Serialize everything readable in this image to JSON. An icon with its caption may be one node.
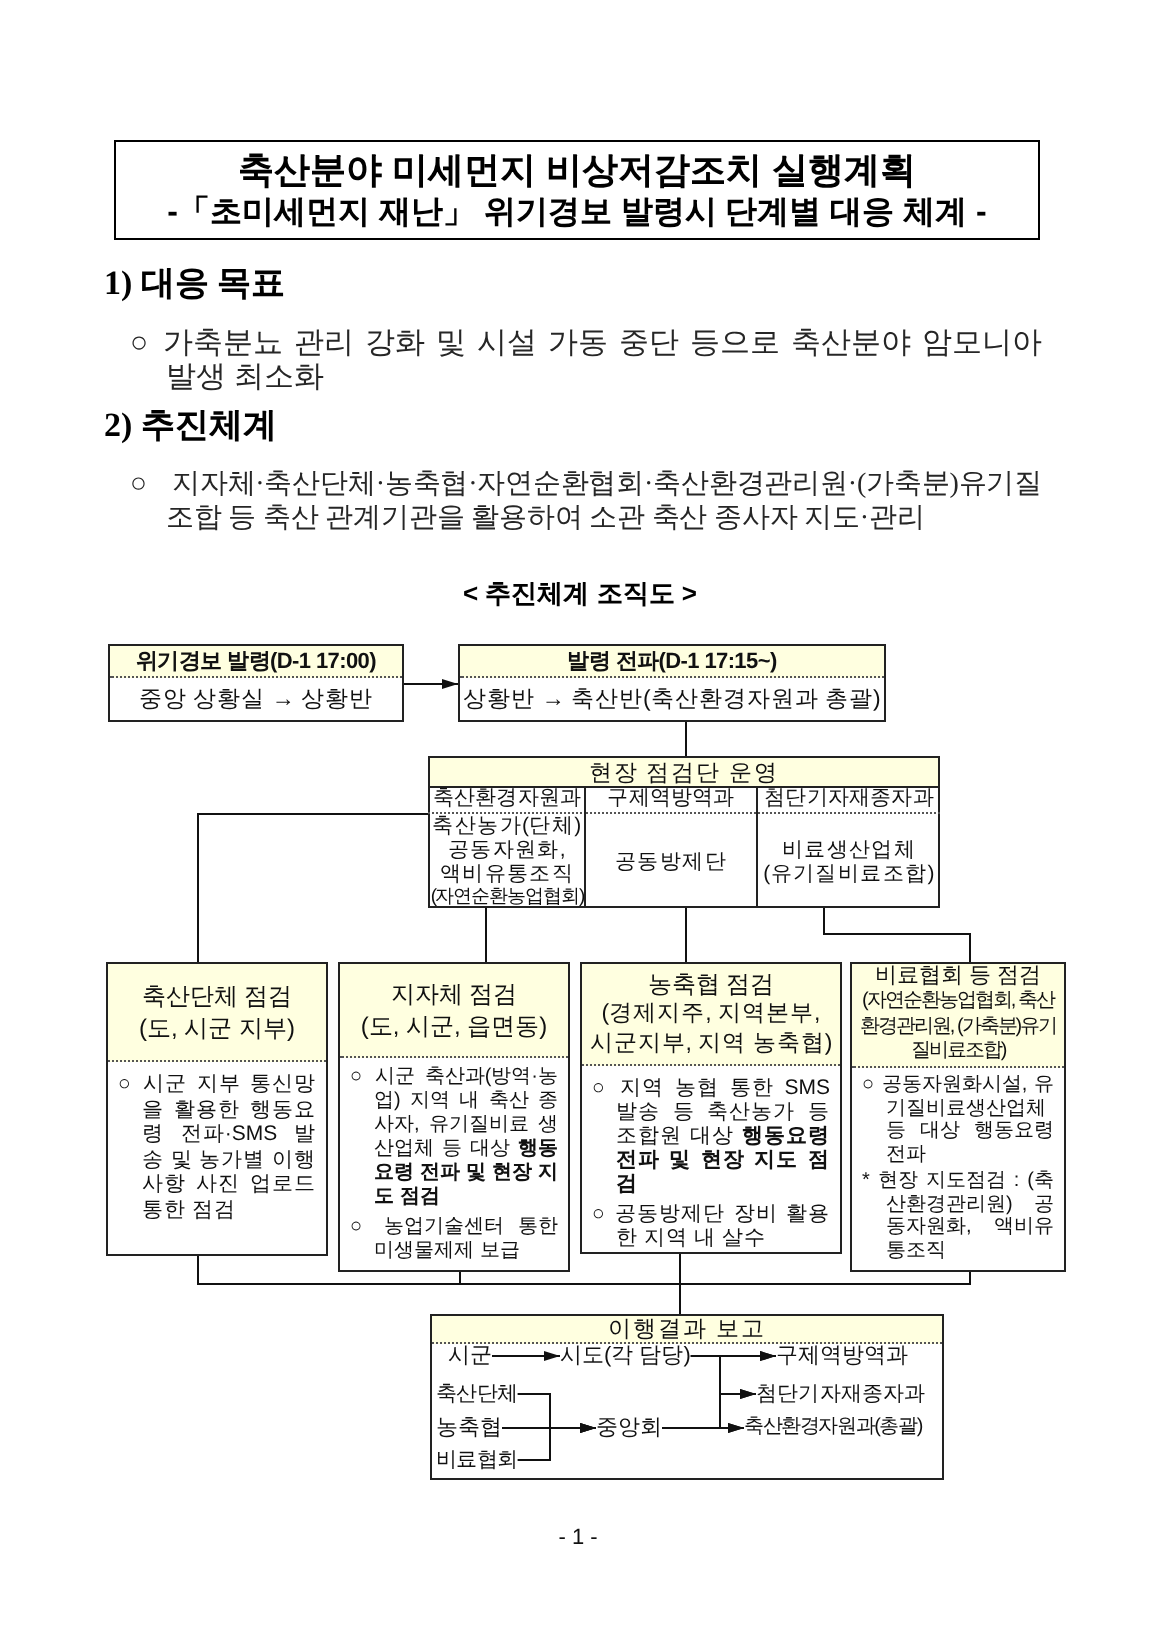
{
  "diagram": {
    "nodes": [
      {
        "text": [
          "축산분야 미세먼지 비상저감조치 실행계획",
          "-「초미세먼지 재난」 위기경보 발령시 단계별 대응 체계 -"
        ]
      },
      {
        "text": [
          "위기경보 발령(D-1 17:00)",
          "중앙 상황실 → 상황반"
        ]
      },
      {
        "text": [
          "발령 전파(D-1 17:15~)",
          "상황반 → 축산반(축산환경자원과 총괄)"
        ]
      },
      {
        "text": [
          "현장 점검단 운영"
        ]
      },
      {
        "text": [
          "축산환경자원과",
          "축산농가(단체) 공동자원화, 액비유통조직",
          "(자연순환농업협회)"
        ],
        "in": 3
      },
      {
        "text": [
          "구제역방역과",
          "공동방제단"
        ],
        "in": 3
      },
      {
        "text": [
          "첨단기자재종자과",
          "비료생산업체 (유기질비료조합)"
        ],
        "in": 3
      },
      {
        "text": [
          "축산단체 점검",
          "(도, 시군 지부)",
          "○ 시군 지부 통신망을 활용한 행동요령 전파·SMS 발송 및 농가별 이행사항 사진 업로드 통한 점검"
        ]
      },
      {
        "text": [
          "지자체 점검",
          "(도, 시군, 읍면동)",
          "○ 시군 축산과(방역·농업) 지역 내 축산 종사자, 유기질비료 생산업체 등 대상 **행동요령 전파 및 현장 지도 점검**",
          "○ 농업기술센터 통한 미생물제제 보급"
        ]
      },
      {
        "text": [
          "농축협 점검",
          "(경제지주, 지역본부, 시군지부, 지역 농축협)",
          "○ 지역 농협 통한 SMS 발송 등 축산농가 등 조합원 대상 **행동요령 전파 및 현장 지도 점검**",
          "○ 공동방제단 장비 활용한 지역 내 살수"
        ]
      },
      {
        "text": [
          "비료협회 등 점검",
          "(자연순환농업협회, 축산환경관리원, (가축분)유기질비료조합)",
          "○ 공동자원화시설, 유기질비료생산업체 등 대상 행동요령 전파",
          "* 현장 지도점검 : (축산환경관리원) 공동자원화, 액비유통조직"
        ]
      },
      {
        "text": [
          "이행결과 보고"
        ]
      },
      {
        "text": [
          "시군"
        ],
        "in": 11
      },
      {
        "text": [
          "시도(각 담당)"
        ],
        "in": 11
      },
      {
        "text": [
          "축산단체"
        ],
        "in": 11
      },
      {
        "text": [
          "농축협"
        ],
        "in": 11
      },
      {
        "text": [
          "비료협회"
        ],
        "in": 11
      },
      {
        "text": [
          "중앙회"
        ],
        "in": 11
      },
      {
        "text": [
          "구제역방역과"
        ],
        "in": 11
      },
      {
        "text": [
          "첨단기자재종자과"
        ],
        "in": 11
      },
      {
        "text": [
          "축산환경자원과(총괄)"
        ],
        "in": 11
      }
    ],
    "edges": [
      {
        "from": 1,
        "to": 2,
        "arrow": "to"
      },
      {
        "from": 2,
        "to": 3,
        "arrow": "none"
      },
      {
        "from": 4,
        "to": 7,
        "arrow": "none"
      },
      {
        "from": 4,
        "to": 8,
        "arrow": "none"
      },
      {
        "from": 5,
        "to": 9,
        "arrow": "none"
      },
      {
        "from": 6,
        "to": 10,
        "arrow": "none"
      },
      {
        "from": 7,
        "to": 11,
        "arrow": "none"
      },
      {
        "from": 8,
        "to": 11,
        "arrow": "none"
      },
      {
        "from": 9,
        "to": 11,
        "arrow": "none"
      },
      {
        "from": 10,
        "to": 11,
        "arrow": "none"
      },
      {
        "from": 12,
        "to": 13,
        "arrow": "to"
      },
      {
        "from": 13,
        "to": 18,
        "arrow": "to"
      },
      {
        "from": 13,
        "to": 19,
        "arrow": "to"
      },
      {
        "from": 13,
        "to": 20,
        "arrow": "to"
      },
      {
        "from": 14,
        "to": 17,
        "arrow": "to"
      },
      {
        "from": 15,
        "to": 17,
        "arrow": "to"
      },
      {
        "from": 16,
        "to": 17,
        "arrow": "to"
      },
      {
        "from": 17,
        "to": 18,
        "arrow": "to"
      },
      {
        "from": 17,
        "to": 19,
        "arrow": "to"
      },
      {
        "from": 17,
        "to": 20,
        "arrow": "to"
      }
    ],
    "labels": [
      "1) 대응 목표",
      "○ 가축분뇨 관리 강화 및 시설 가동 중단 등으로 축산분야 암모니아 발생 최소화",
      "2) 추진체계",
      "○ 지자체·축산단체·농축협·자연순환협회·축산환경관리원·(가축분)유기질조합 등 축산 관계기관을 활용하여 소관 축산 종사자 지도·관리",
      "< 추진체계 조직도 >",
      "- 1 -"
    ]
  }
}
